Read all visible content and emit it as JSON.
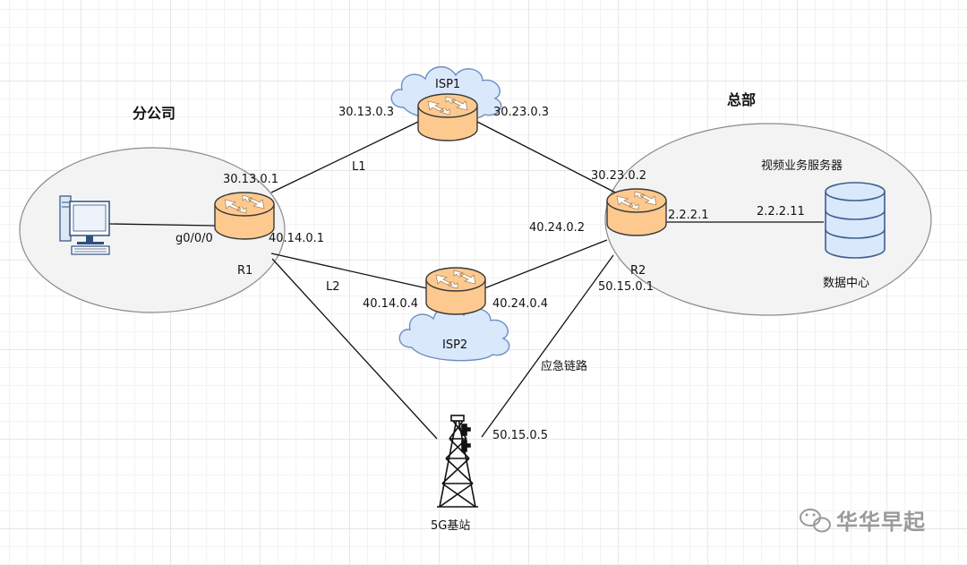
{
  "regions": {
    "branch_title": "分公司",
    "hq_title": "总部"
  },
  "routers": {
    "r1": "R1",
    "r2": "R2"
  },
  "clouds": {
    "isp1": "ISP1",
    "isp2": "ISP2"
  },
  "links": {
    "l1": "L1",
    "l2": "L2",
    "emergency": "应急链路"
  },
  "interfaces": {
    "r1_g0": "g0/0/0",
    "r1_isp1": "30.13.0.1",
    "r1_isp2": "40.14.0.1",
    "isp1_r1": "30.13.0.3",
    "isp1_r2": "30.23.0.3",
    "isp2_r1": "40.14.0.4",
    "isp2_r2": "40.24.0.4",
    "r2_isp1": "30.23.0.2",
    "r2_isp2": "40.24.0.2",
    "r2_server": "2.2.2.1",
    "server_ip": "2.2.2.11",
    "r2_5g": "50.15.0.1",
    "tower_ip": "50.15.0.5"
  },
  "hq": {
    "service_label": "视频业务服务器",
    "datacenter_label": "数据中心"
  },
  "tower_label": "5G基站",
  "watermark": "华华早起",
  "colors": {
    "router_fill": "#fdc98f",
    "router_stroke": "#3a3a3a",
    "cloud_fill": "#dae8fc",
    "cloud_stroke": "#6c8ebf",
    "db_fill": "#dae8fc",
    "db_stroke": "#3d5f8f",
    "region_fill": "#f3f3f3",
    "region_stroke": "#8a8a8a"
  }
}
